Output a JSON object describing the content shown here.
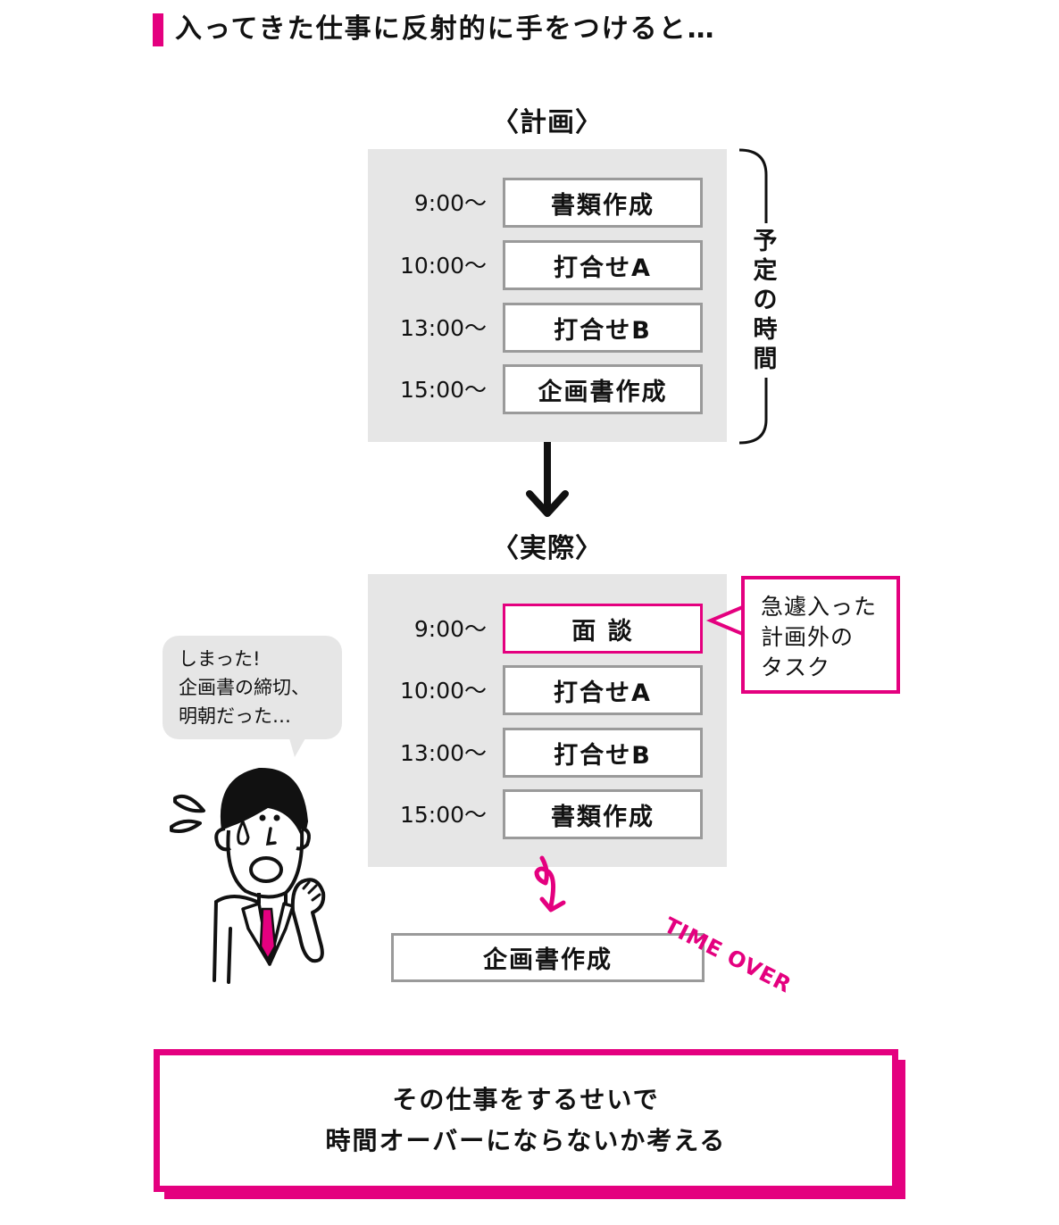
{
  "title": "入ってきた仕事に反射的に手をつけると…",
  "colors": {
    "accent": "#E4007F",
    "panel": "#e6e6e6",
    "box_border": "#9a9a9a"
  },
  "plan": {
    "heading": "〈計画〉",
    "rows": [
      {
        "time": "9:00〜",
        "task": "書類作成"
      },
      {
        "time": "10:00〜",
        "task": "打合せA"
      },
      {
        "time": "13:00〜",
        "task": "打合せB"
      },
      {
        "time": "15:00〜",
        "task": "企画書作成"
      }
    ],
    "bracket_label": [
      "予",
      "定",
      "の",
      "時",
      "間"
    ]
  },
  "actual": {
    "heading": "〈実際〉",
    "rows": [
      {
        "time": "9:00〜",
        "task": "面 談",
        "highlight": true
      },
      {
        "time": "10:00〜",
        "task": "打合せA"
      },
      {
        "time": "13:00〜",
        "task": "打合せB"
      },
      {
        "time": "15:00〜",
        "task": "書類作成"
      }
    ],
    "callout_lines": [
      "急遽入った",
      "計画外の",
      "タスク"
    ]
  },
  "speech_bubble_lines": [
    "しまった!",
    "企画書の締切、",
    "明朝だった…"
  ],
  "overflow_task": "企画書作成",
  "time_over_label": "TIME OVER",
  "conclusion_lines": [
    "その仕事をするせいで",
    "時間オーバーにならないか考える"
  ]
}
